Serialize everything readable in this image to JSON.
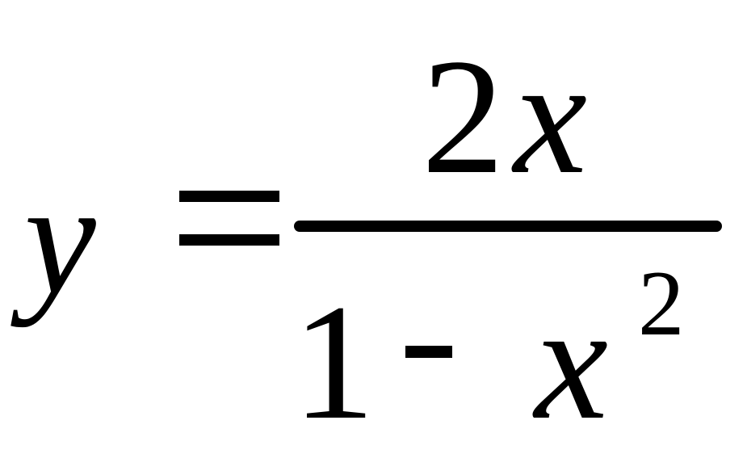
{
  "formula": {
    "lhs": "y",
    "equals": "=",
    "numerator": {
      "coefficient": "2",
      "variable": "x"
    },
    "denominator": {
      "constant": "1",
      "operator": "-",
      "variable": "x",
      "exponent": "2"
    }
  }
}
